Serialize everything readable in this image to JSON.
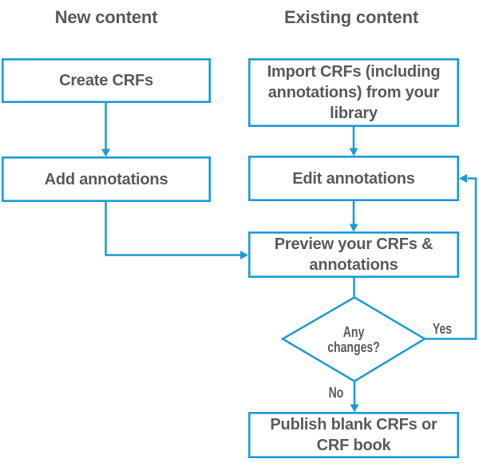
{
  "colors": {
    "accent": "#1b9ad6",
    "text": "#58595b",
    "bg": "#ffffff"
  },
  "diagram": {
    "column_headers": [
      {
        "id": "new-content",
        "label": "New content"
      },
      {
        "id": "existing-content",
        "label": "Existing content"
      }
    ],
    "nodes": [
      {
        "id": "create-crfs",
        "shape": "rect",
        "label": "Create CRFs"
      },
      {
        "id": "add-annotations",
        "shape": "rect",
        "label": "Add annotations"
      },
      {
        "id": "import-crfs",
        "shape": "rect",
        "label": "Import CRFs (including annotations) from your library"
      },
      {
        "id": "edit-annotations",
        "shape": "rect",
        "label": "Edit annotations"
      },
      {
        "id": "preview-crfs",
        "shape": "rect",
        "label": "Preview your CRFs & annotations"
      },
      {
        "id": "any-changes",
        "shape": "diamond",
        "label": "Any changes?"
      },
      {
        "id": "publish",
        "shape": "rect",
        "label": "Publish blank CRFs or CRF book"
      }
    ],
    "edges": [
      {
        "from": "create-crfs",
        "to": "add-annotations",
        "label": ""
      },
      {
        "from": "add-annotations",
        "to": "preview-crfs",
        "label": ""
      },
      {
        "from": "import-crfs",
        "to": "edit-annotations",
        "label": ""
      },
      {
        "from": "edit-annotations",
        "to": "preview-crfs",
        "label": ""
      },
      {
        "from": "preview-crfs",
        "to": "any-changes",
        "label": ""
      },
      {
        "from": "any-changes",
        "to": "edit-annotations",
        "label": "Yes"
      },
      {
        "from": "any-changes",
        "to": "publish",
        "label": "No"
      }
    ],
    "edge_labels": {
      "yes": "Yes",
      "no": "No"
    }
  }
}
